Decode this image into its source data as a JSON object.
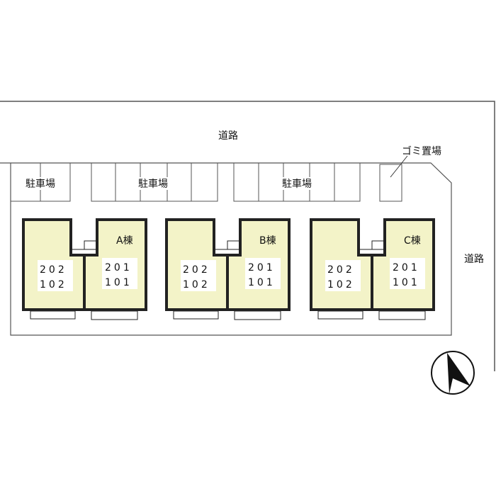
{
  "roads": {
    "north": "道路",
    "east": "道路"
  },
  "parking": [
    "駐車場",
    "駐車場",
    "駐車場"
  ],
  "garbage": "ゴミ置場",
  "buildings": [
    {
      "name": "A棟",
      "left_upper": "202",
      "left_lower": "102",
      "right_upper": "201",
      "right_lower": "101"
    },
    {
      "name": "B棟",
      "left_upper": "202",
      "left_lower": "102",
      "right_upper": "201",
      "right_lower": "101"
    },
    {
      "name": "C棟",
      "left_upper": "202",
      "left_lower": "102",
      "right_upper": "201",
      "right_lower": "101"
    }
  ],
  "colors": {
    "unit_fill": "#f3f3c8",
    "line": "#222222"
  }
}
